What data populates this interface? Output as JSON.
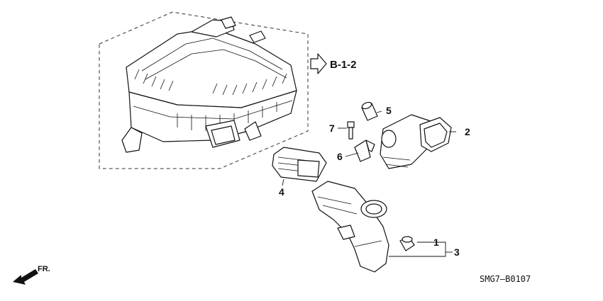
{
  "diagram": {
    "reference_arrow": "B-1-2",
    "front_indicator": "FR.",
    "diagram_code": "SMG7—B0107",
    "callouts": [
      {
        "id": "1",
        "label": "1"
      },
      {
        "id": "2",
        "label": "2"
      },
      {
        "id": "3",
        "label": "3"
      },
      {
        "id": "4",
        "label": "4"
      },
      {
        "id": "5",
        "label": "5"
      },
      {
        "id": "6",
        "label": "6"
      },
      {
        "id": "7",
        "label": "7"
      }
    ]
  }
}
